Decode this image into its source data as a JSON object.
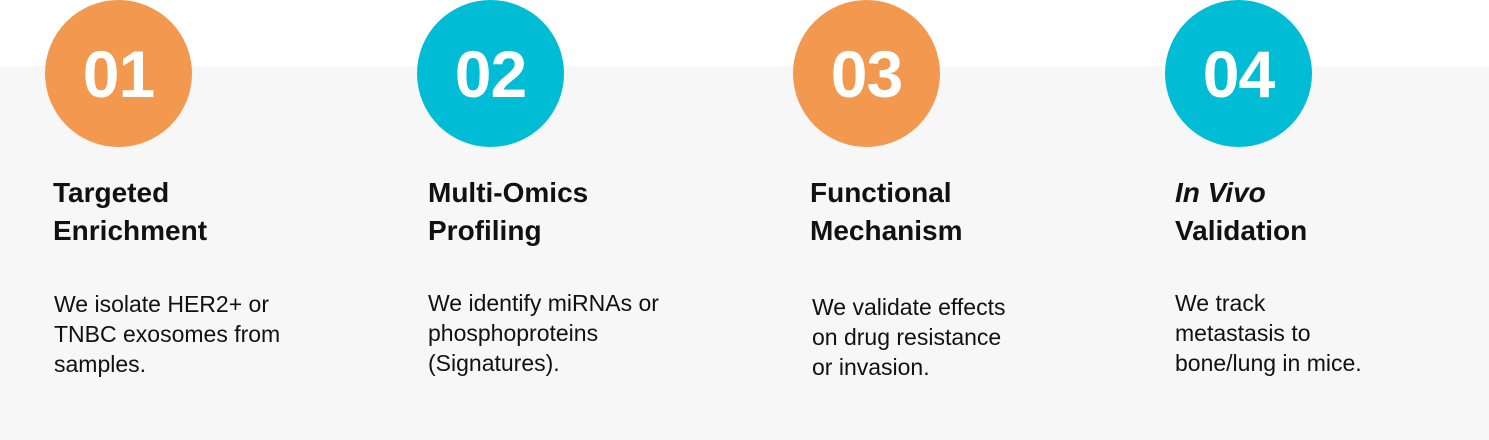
{
  "colors": {
    "orange": "#f2994f",
    "teal": "#00bcd4",
    "band": "#f7f7f7"
  },
  "steps": [
    {
      "number": "01",
      "color": "orange",
      "title_line1": "Targeted",
      "title_line2": "Enrichment",
      "desc_line1": "We isolate HER2+ or",
      "desc_line2": "TNBC exosomes from",
      "desc_line3": "samples."
    },
    {
      "number": "02",
      "color": "teal",
      "title_line1": "Multi-Omics",
      "title_line2": "Profiling",
      "desc_line1": "We identify miRNAs or",
      "desc_line2": "phosphoproteins",
      "desc_line3": "(Signatures)."
    },
    {
      "number": "03",
      "color": "orange",
      "title_line1": "Functional",
      "title_line2": "Mechanism",
      "desc_line1": "We validate effects",
      "desc_line2": "on drug resistance",
      "desc_line3": "or invasion."
    },
    {
      "number": "04",
      "color": "teal",
      "title_line1": "In Vivo",
      "title_line2": "Validation",
      "desc_line1": "We track",
      "desc_line2": "metastasis to",
      "desc_line3": "bone/lung in mice."
    }
  ]
}
